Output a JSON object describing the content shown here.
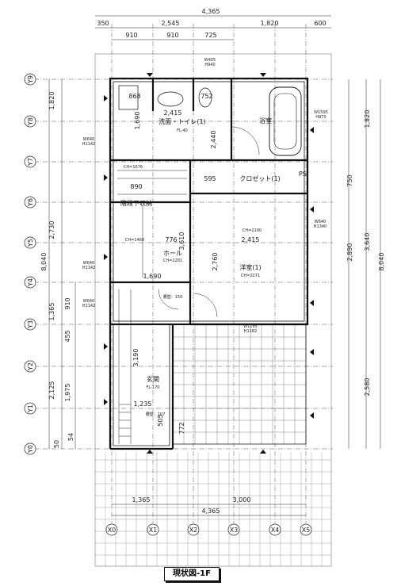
{
  "title": "現状図-1F",
  "axes": {
    "y": [
      "Y9",
      "Y8",
      "Y7",
      "Y6",
      "Y5",
      "Y4",
      "Y3",
      "Y2",
      "Y1",
      "Y0"
    ],
    "x": [
      "X0",
      "X1",
      "X2",
      "X3",
      "X4",
      "X5"
    ]
  },
  "top_dims": {
    "total": "4,365",
    "row2": [
      "350",
      "2,545",
      "1,820",
      "600"
    ],
    "row3": [
      "910",
      "910",
      "725"
    ]
  },
  "left_dims": {
    "outer": [
      "1,820",
      "2,730",
      "8,040",
      "1,365",
      "2,125"
    ],
    "inner": [
      "910",
      "455",
      "1,975",
      "50",
      "54"
    ]
  },
  "right_dims": {
    "outer": [
      "1,820",
      "3,640",
      "8,040",
      "2,580"
    ],
    "inner": [
      "750",
      "2,890"
    ]
  },
  "bottom_dims": {
    "segments": [
      "1,365",
      "3,000"
    ],
    "total": "4,365"
  },
  "rooms": {
    "washroom": "洗面・トイレ(1)",
    "washroom_fl": "FL-40",
    "bath": "浴室",
    "closet": "クロゼット(1)",
    "stair_storage": "階段下収納",
    "hall": "ホール",
    "hall_ch": "CH=2281",
    "western": "洋室(1)",
    "western_ch": "CH=2271",
    "entrance": "玄関",
    "entrance_fl": "FL-170",
    "ps": "PS"
  },
  "interior_dims": [
    "868",
    "752",
    "2,415",
    "1,690",
    "2,440",
    "890",
    "595",
    "776",
    "3,610",
    "2,415",
    "2,760",
    "1,690",
    "3,190",
    "1,235",
    "505",
    "772"
  ],
  "notes": [
    "W405",
    "H940",
    "W640",
    "H1142",
    "W1595",
    "H970",
    "CH=1676",
    "CH=2100",
    "W640",
    "H1340",
    "CH=1468",
    "W640",
    "H1142",
    "W640",
    "H1142",
    "腰壁：150",
    "W1185",
    "H1182",
    "腰壁：107"
  ]
}
